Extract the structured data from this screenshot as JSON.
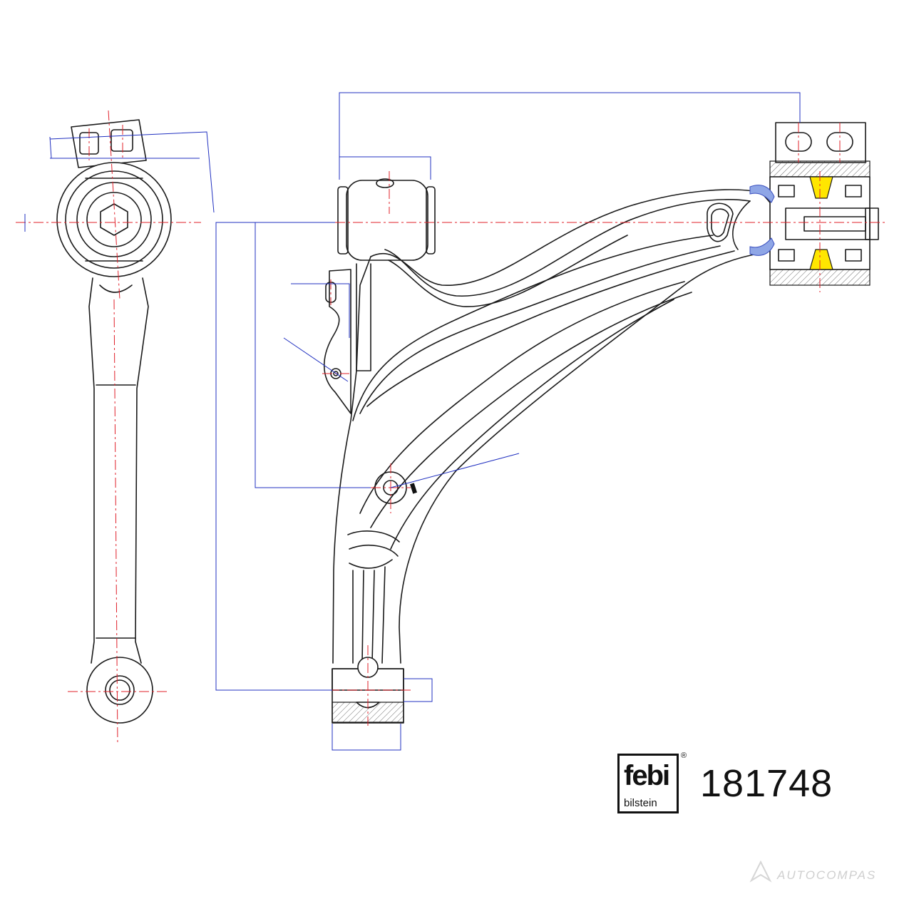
{
  "brand": {
    "logo_mark": "febi",
    "logo_sub": "bilstein",
    "registered_symbol": "®",
    "icon": "febi-bilstein-logo"
  },
  "part_number": "181748",
  "watermark": {
    "text": "AUTOCOMPAS",
    "icon": "autocompas-logo-icon"
  },
  "colors": {
    "outline": "#1a1a1a",
    "centerline": "#e0202a",
    "dimension": "#2030c0",
    "bushing_insert": "#ffe600",
    "shield": "#8fa6e6"
  }
}
